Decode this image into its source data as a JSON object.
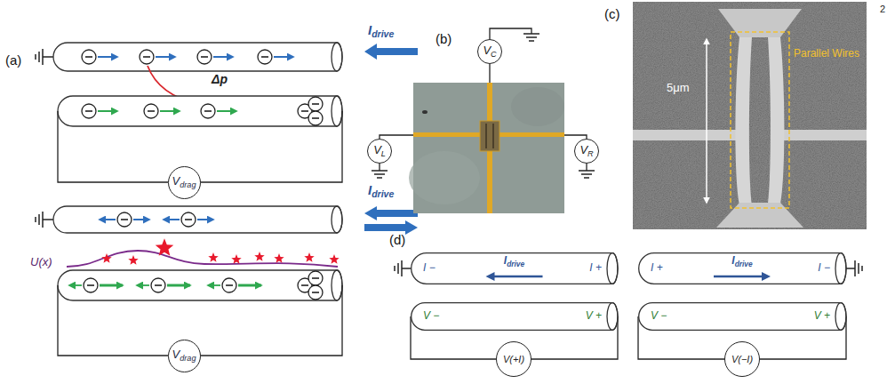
{
  "diagram": {
    "nodes": [
      {
        "text": [
          "V",
          "drag"
        ]
      },
      {
        "text": [
          "V",
          "drag"
        ]
      },
      {
        "text": [
          "V",
          "C"
        ]
      },
      {
        "text": [
          "V",
          "L"
        ]
      },
      {
        "text": [
          "V",
          "R"
        ]
      },
      {
        "text": [
          "I −",
          "I",
          "drive",
          "I +"
        ]
      },
      {
        "text": [
          "V −",
          "V +"
        ]
      },
      {
        "text": [
          "V(+I)"
        ]
      },
      {
        "text": [
          "I +",
          "I",
          "drive",
          "I −"
        ]
      },
      {
        "text": [
          "V −",
          "V +"
        ]
      },
      {
        "text": [
          "V(−I)"
        ]
      }
    ],
    "edges": [
      {
        "from": 6,
        "to": 7,
        "arrow": "none"
      },
      {
        "from": 7,
        "to": 6,
        "arrow": "none"
      },
      {
        "from": 9,
        "to": 10,
        "arrow": "none"
      },
      {
        "from": 10,
        "to": 9,
        "arrow": "none"
      }
    ],
    "labels": [
      "2",
      "(a)",
      "I",
      "drive",
      "Δp",
      "I",
      "drive",
      "U(x)",
      "(b)",
      "(c)",
      "5μm",
      "Parallel Wires",
      "(d)"
    ]
  }
}
